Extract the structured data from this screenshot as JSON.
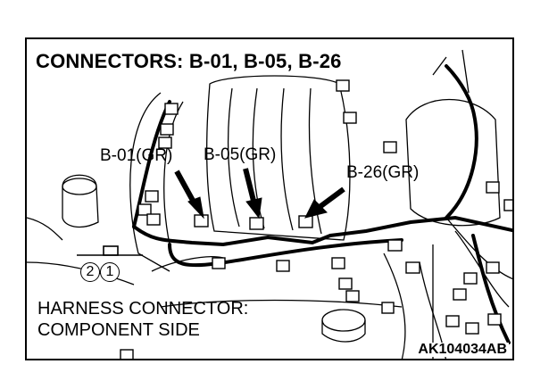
{
  "title": "CONNECTORS: B-01, B-05, B-26",
  "callouts": {
    "b01": "B-01(GR)",
    "b05": "B-05(GR)",
    "b26": "B-26(GR)"
  },
  "harness_connector": {
    "line1": "HARNESS CONNECTOR:",
    "line2": "COMPONENT SIDE",
    "pins": [
      "2",
      "1"
    ]
  },
  "figure_code": "AK104034AB"
}
